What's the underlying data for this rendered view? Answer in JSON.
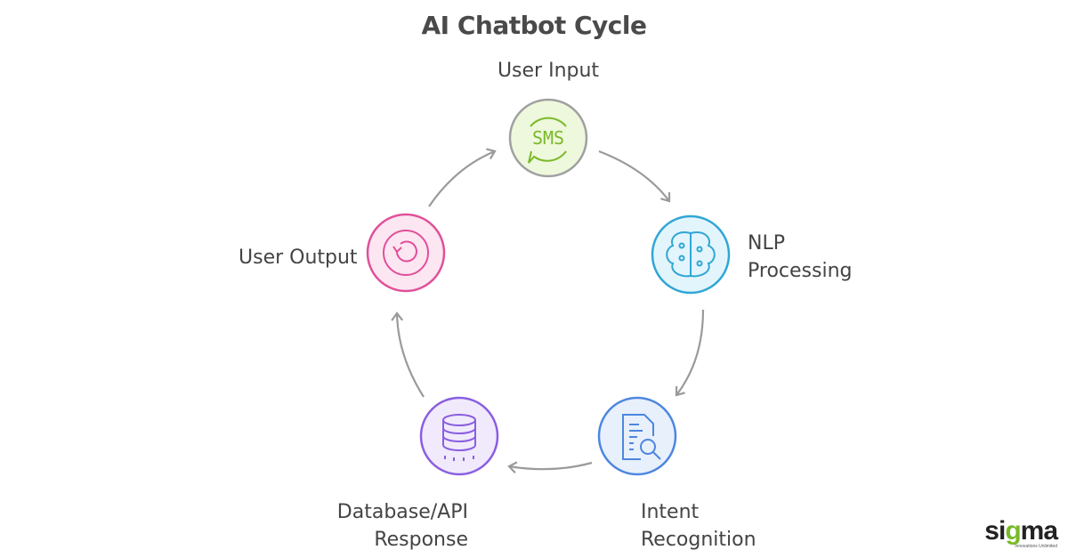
{
  "title": "AI Chatbot Cycle",
  "nodes": [
    {
      "label": "User Input",
      "icon": "sms-chat-icon",
      "color": "#7ab929",
      "fill": "#eef8dc"
    },
    {
      "label1": "NLP",
      "label2": "Processing",
      "icon": "brain-circuit-icon",
      "color": "#2fa6d6",
      "fill": "#e3f5fc"
    },
    {
      "label1": "Intent",
      "label2": "Recognition",
      "icon": "document-search-icon",
      "color": "#4d86e0",
      "fill": "#e8f0fc"
    },
    {
      "label1": "Database/API",
      "label2": "Response",
      "icon": "database-icon",
      "color": "#8a5ee0",
      "fill": "#f0eafc"
    },
    {
      "label": "User Output",
      "icon": "refresh-icon",
      "color": "#e0509a",
      "fill": "#fce6f1"
    }
  ],
  "arrow_color": "#9a9a9a",
  "logo": {
    "word": "sigma",
    "tagline": "Innovations Unlimited"
  }
}
